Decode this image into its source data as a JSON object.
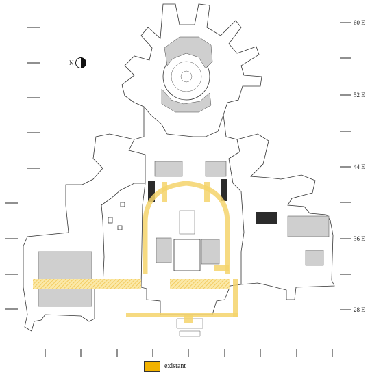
{
  "grid": {
    "east_labels": [
      "60 E",
      "52 E",
      "44 E",
      "36 E",
      "28 E"
    ]
  },
  "north_arrow": {
    "letter": "N"
  },
  "legend": {
    "label": "existant",
    "color": "#f2b200"
  },
  "colors": {
    "line": "#333333",
    "highlight": "#f5d36b"
  }
}
